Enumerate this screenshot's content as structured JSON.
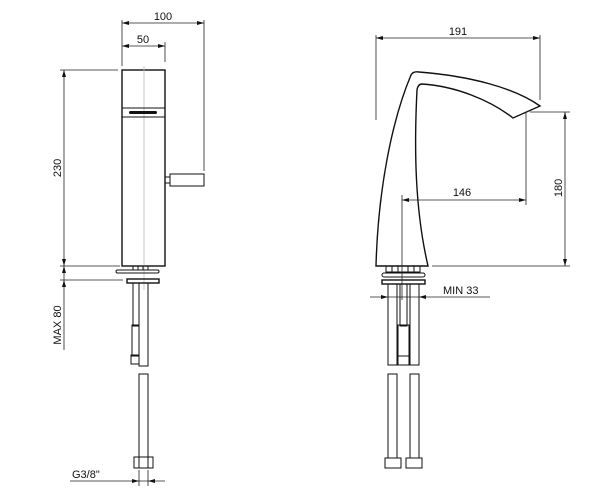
{
  "side_view": {
    "dim_width_total": "100",
    "dim_width_body": "50",
    "dim_height": "230",
    "dim_max_deck": "MAX 80",
    "dim_thread": "G3/8\""
  },
  "front_view": {
    "dim_spout_length": "191",
    "dim_spout_reach": "146",
    "dim_spout_height": "180",
    "dim_min_hole": "MIN 33"
  }
}
